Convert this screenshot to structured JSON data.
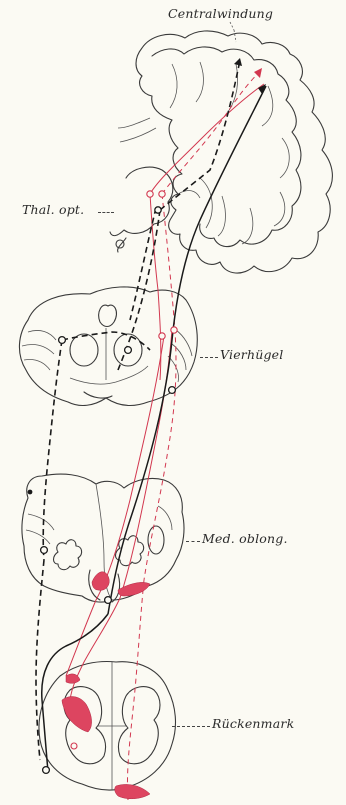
{
  "labels": {
    "centralwindung": "Centralwindung",
    "thal_opt": "Thal. opt.",
    "vierhuegel": "Vierhügel",
    "med_oblong": "Med. oblong.",
    "rueckenmark": "Rückenmark"
  },
  "colors": {
    "ink": "#1a1a1a",
    "outline": "#3a3a3a",
    "pathway_red": "#d2374f",
    "background": "#fbfaf3"
  }
}
